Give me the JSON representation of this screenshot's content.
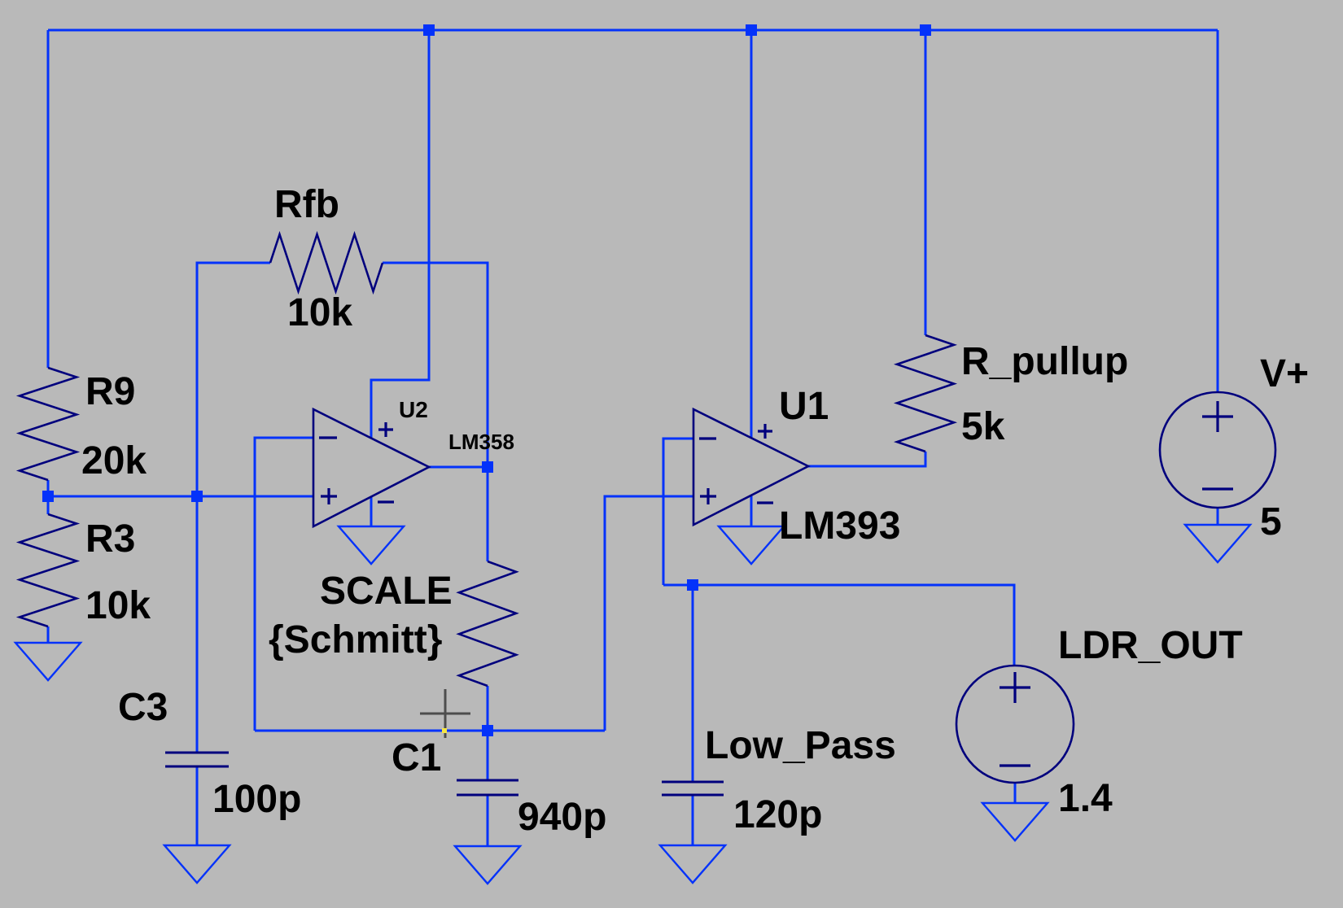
{
  "app": "schematic-editor",
  "colors": {
    "background": "#b9b9b9",
    "wire": "#0432fa",
    "symbol": "#00007d",
    "label": "#000000",
    "cursor": "#4d4d4d",
    "snap_dot": "#f5e642"
  },
  "components": {
    "r9": {
      "name": "R9",
      "value": "20k"
    },
    "r3": {
      "name": "R3",
      "value": "10k"
    },
    "rfb": {
      "name": "Rfb",
      "value": "10k"
    },
    "scale": {
      "name": "SCALE",
      "value": "{Schmitt}"
    },
    "r_pullup": {
      "name": "R_pullup",
      "value": "5k"
    },
    "c3": {
      "name": "C3",
      "value": "100p"
    },
    "c1": {
      "name": "C1",
      "value": "940p"
    },
    "low_pass": {
      "name": "Low_Pass",
      "value": "120p"
    },
    "u2": {
      "name": "U2",
      "part": "LM358"
    },
    "u1": {
      "name": "U1",
      "part": "LM393"
    },
    "v_plus": {
      "name": "V+",
      "value": "5"
    },
    "ldr_out": {
      "name": "LDR_OUT",
      "value": "1.4"
    }
  }
}
